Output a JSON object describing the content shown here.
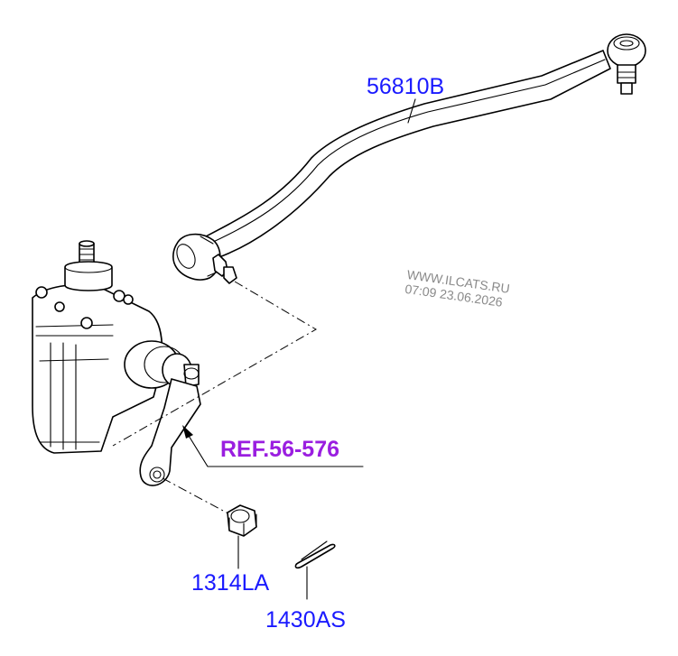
{
  "parts": [
    {
      "id": "drag-link",
      "number": "56810B"
    },
    {
      "id": "nut",
      "number": "1314LA"
    },
    {
      "id": "cotter-pin",
      "number": "1430AS"
    }
  ],
  "reference": {
    "text": "REF.56-576"
  },
  "watermark": {
    "line1": "WWW.ILCATS.RU",
    "line2": "07:09 23.06.2026"
  },
  "colors": {
    "part_label": "#1a1aff",
    "reference_label": "#9a1ee0",
    "watermark": "#8a8a8a"
  }
}
